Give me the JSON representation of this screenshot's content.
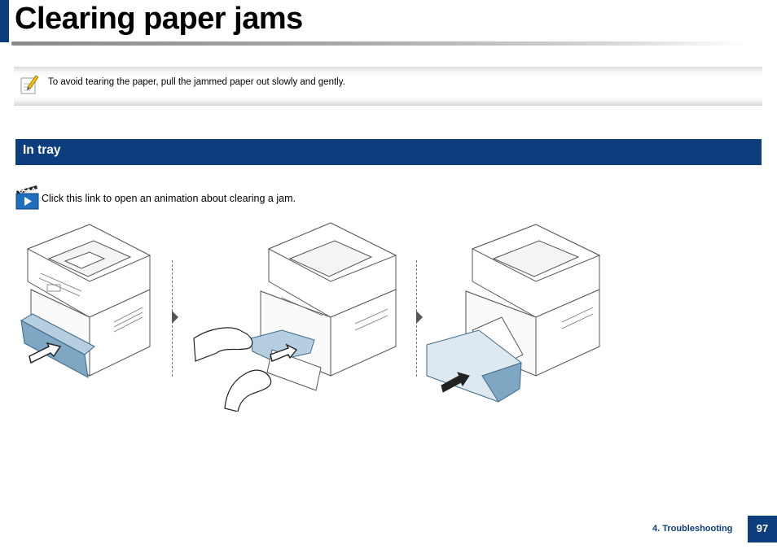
{
  "page": {
    "title": "Clearing paper jams",
    "accent_color": "#0c3e7e"
  },
  "note": {
    "icon": "note-pencil-icon",
    "text": "To avoid tearing the paper, pull the jammed paper out slowly and gently."
  },
  "section": {
    "heading": "In tray"
  },
  "animation": {
    "icon": "video-clapper-icon",
    "link_text": "Click this link to open an animation about clearing a jam."
  },
  "illustrations": [
    {
      "name": "remove-tray",
      "icon": "printer-tray-pull-out-illustration"
    },
    {
      "name": "pull-jammed-paper",
      "icon": "hands-pull-paper-illustration"
    },
    {
      "name": "reinsert-tray",
      "icon": "printer-tray-push-in-illustration"
    }
  ],
  "footer": {
    "section_label": "4.  Troubleshooting",
    "page_number": "97"
  }
}
